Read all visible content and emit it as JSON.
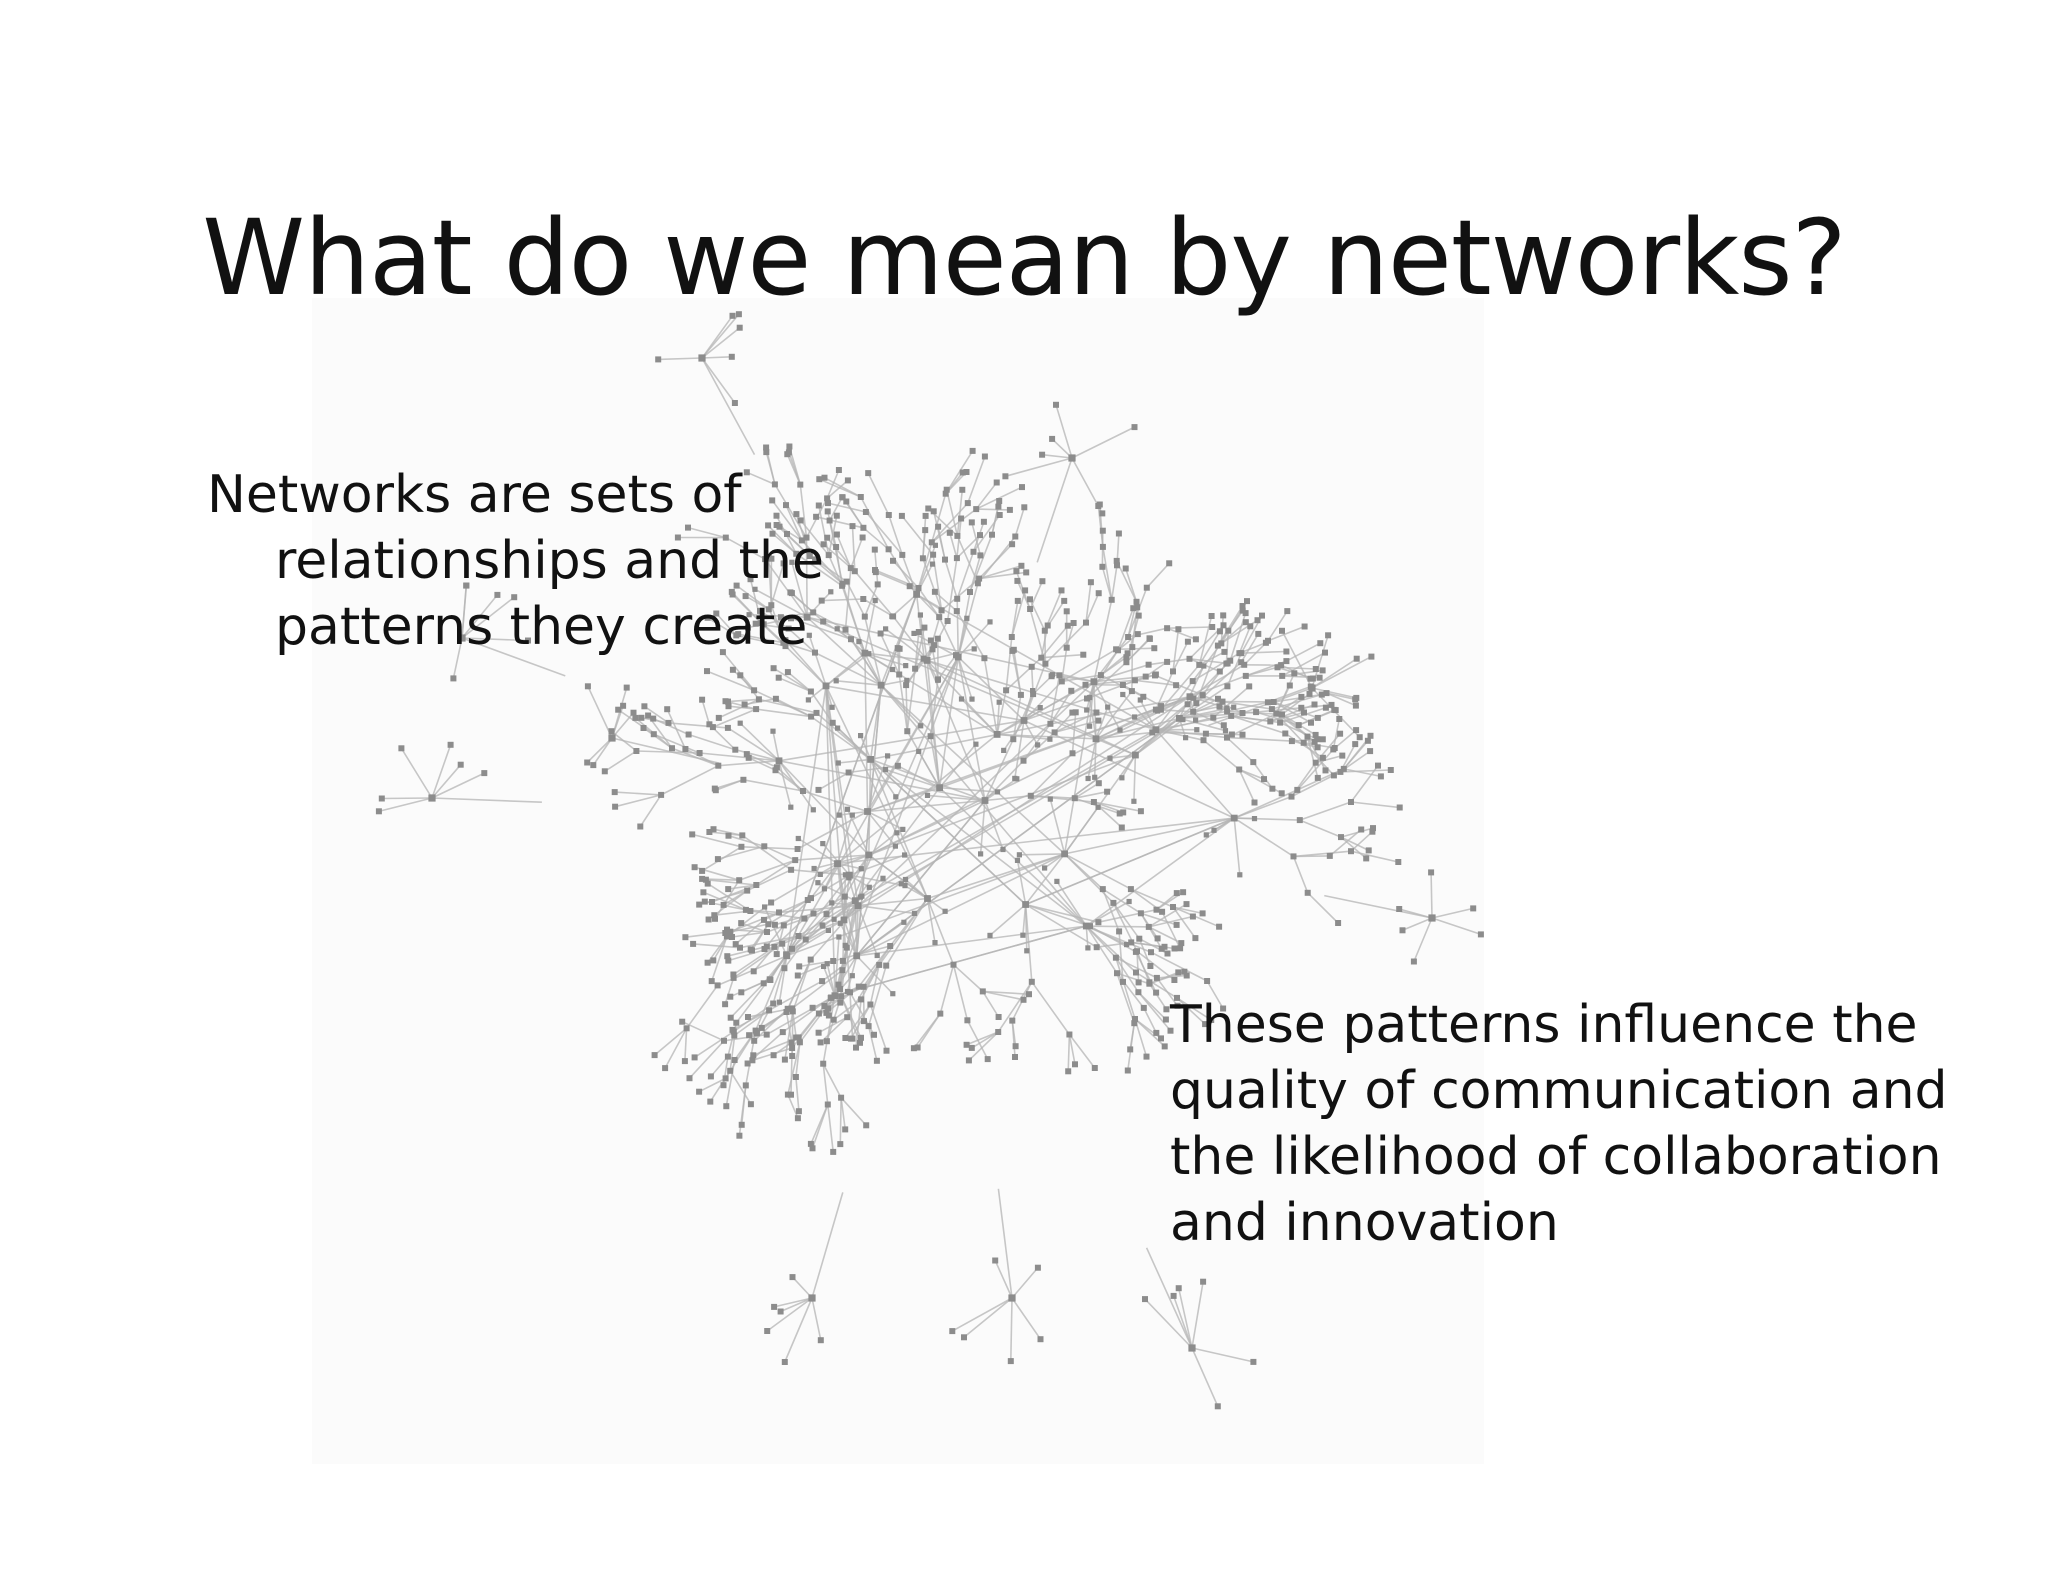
{
  "slide": {
    "title": "What do we mean by networks?",
    "left_text": "Networks are sets of relationships and the patterns they create",
    "right_text": "These patterns influence the quality of communication and the likelihood of collaboration and innovation"
  },
  "network_image": {
    "description_icon": "network-graph-image",
    "edge_color": "#b4b4b4",
    "node_color": "#8c8c8c",
    "background_color": "#fbfbfb"
  }
}
